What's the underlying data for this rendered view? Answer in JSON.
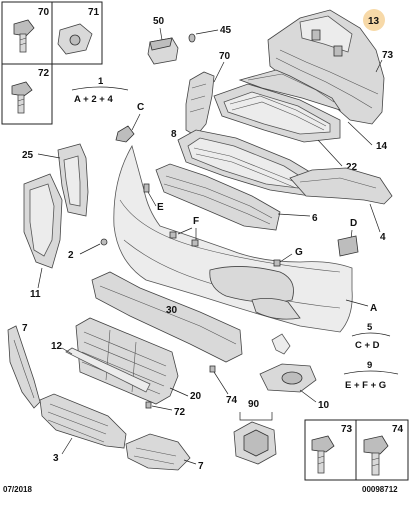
{
  "labels": {
    "p70a": "70",
    "p71": "71",
    "p72a": "72",
    "p50": "50",
    "p45": "45",
    "p13": "13",
    "p73a": "73",
    "p70b": "70",
    "pC": "C",
    "p8": "8",
    "p25": "25",
    "p14": "14",
    "p22": "22",
    "pE": "E",
    "pF": "F",
    "pD": "D",
    "p4": "4",
    "p6": "6",
    "p2": "2",
    "pG": "G",
    "p11": "11",
    "p30": "30",
    "pA": "A",
    "p7a": "7",
    "p12": "12",
    "p74a": "74",
    "p20": "20",
    "p72b": "72",
    "p90": "90",
    "p10": "10",
    "p3": "3",
    "p7b": "7",
    "p73b": "73",
    "p74b": "74"
  },
  "formulas": {
    "f1_num": "1",
    "f1_expr": "A + 2 + 4",
    "f5_num": "5",
    "f5_expr": "C + D",
    "f9_num": "9",
    "f9_expr": "E + F + G"
  },
  "footer": {
    "date": "07/2018",
    "ref": "00098712"
  },
  "colors": {
    "highlight": "#f7d9a8",
    "line": "#222222",
    "part_fill": "#d9d9d9"
  }
}
